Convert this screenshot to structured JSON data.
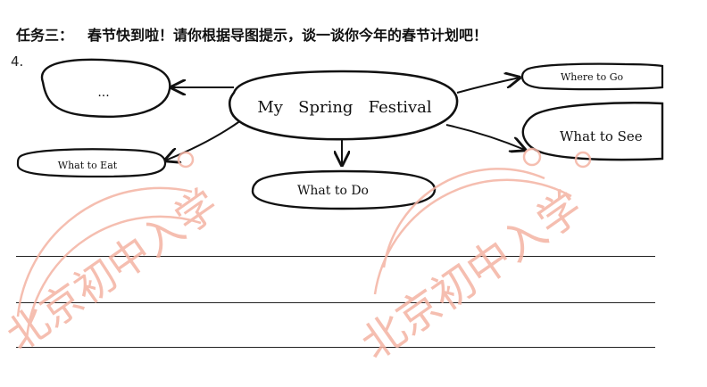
{
  "task": {
    "heading": "任务三：",
    "instruction": "春节快到啦！请你根据导图提示，谈一谈你今年的春节计划吧！"
  },
  "question_number": "4.",
  "mindmap": {
    "center": "My   Spring   Festival",
    "nodes": {
      "top_left": "...",
      "left": "What to Eat",
      "bottom": "What to Do",
      "top_right": "Where to Go",
      "right": "What to See"
    }
  },
  "watermark": {
    "text": "北京初中入学",
    "color": "#f4b3a3"
  }
}
